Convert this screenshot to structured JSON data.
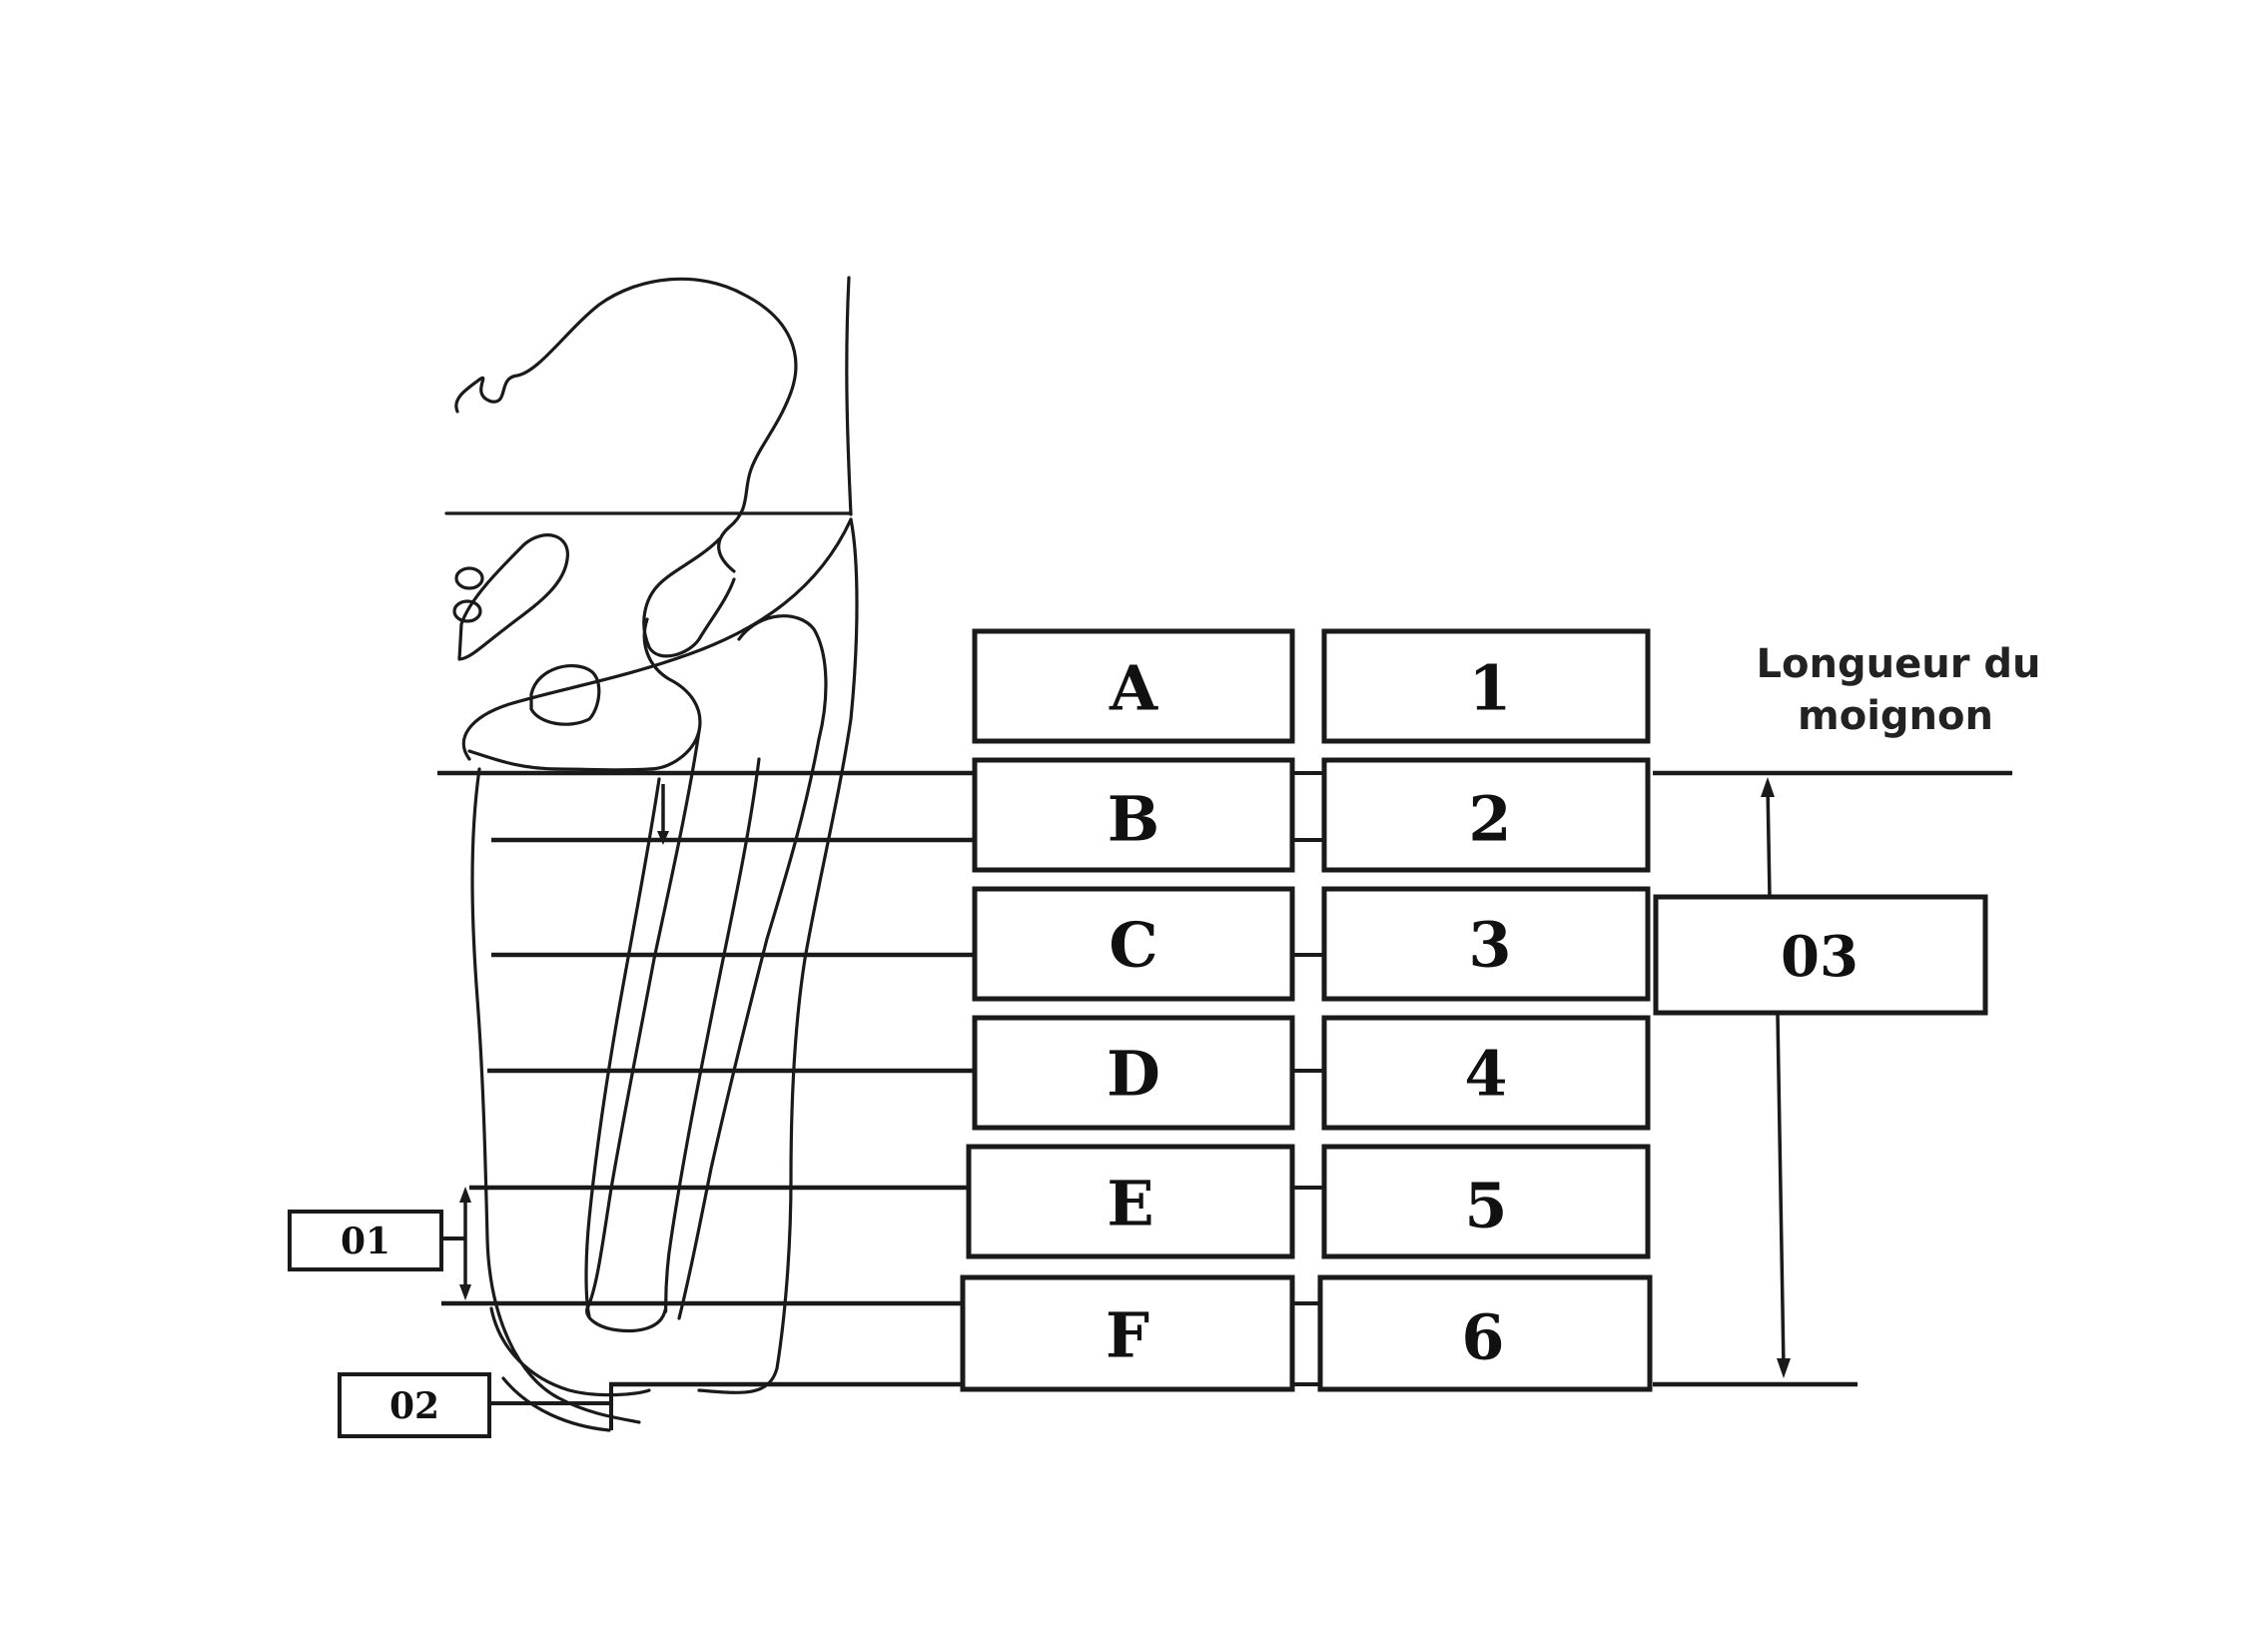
{
  "letter_labels": [
    "A",
    "B",
    "C",
    "D",
    "E",
    "F"
  ],
  "number_labels": [
    "1",
    "2",
    "3",
    "4",
    "5",
    "6"
  ],
  "marker_labels": {
    "m01": "01",
    "m02": "02",
    "m03": "03"
  },
  "caption": {
    "line1": "Longueur du",
    "line2": "moignon"
  }
}
